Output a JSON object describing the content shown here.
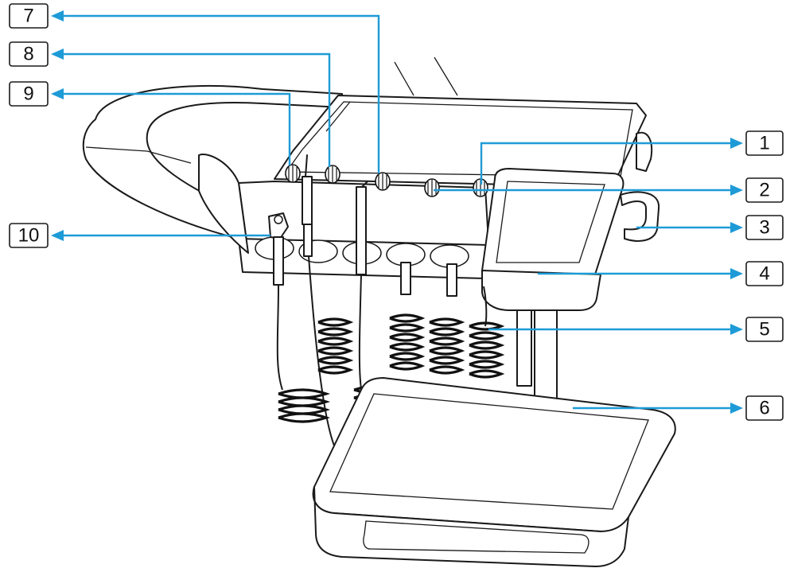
{
  "diagram": {
    "subject": "dental-delivery-unit",
    "callouts": [
      {
        "id": "c1",
        "label": "1"
      },
      {
        "id": "c2",
        "label": "2"
      },
      {
        "id": "c3",
        "label": "3"
      },
      {
        "id": "c4",
        "label": "4"
      },
      {
        "id": "c5",
        "label": "5"
      },
      {
        "id": "c6",
        "label": "6"
      },
      {
        "id": "c7",
        "label": "7"
      },
      {
        "id": "c8",
        "label": "8"
      },
      {
        "id": "c9",
        "label": "9"
      },
      {
        "id": "c10",
        "label": "10"
      }
    ],
    "colors": {
      "leader": "#1e9bd7",
      "ink": "#1a1a1a",
      "background": "#ffffff"
    }
  }
}
